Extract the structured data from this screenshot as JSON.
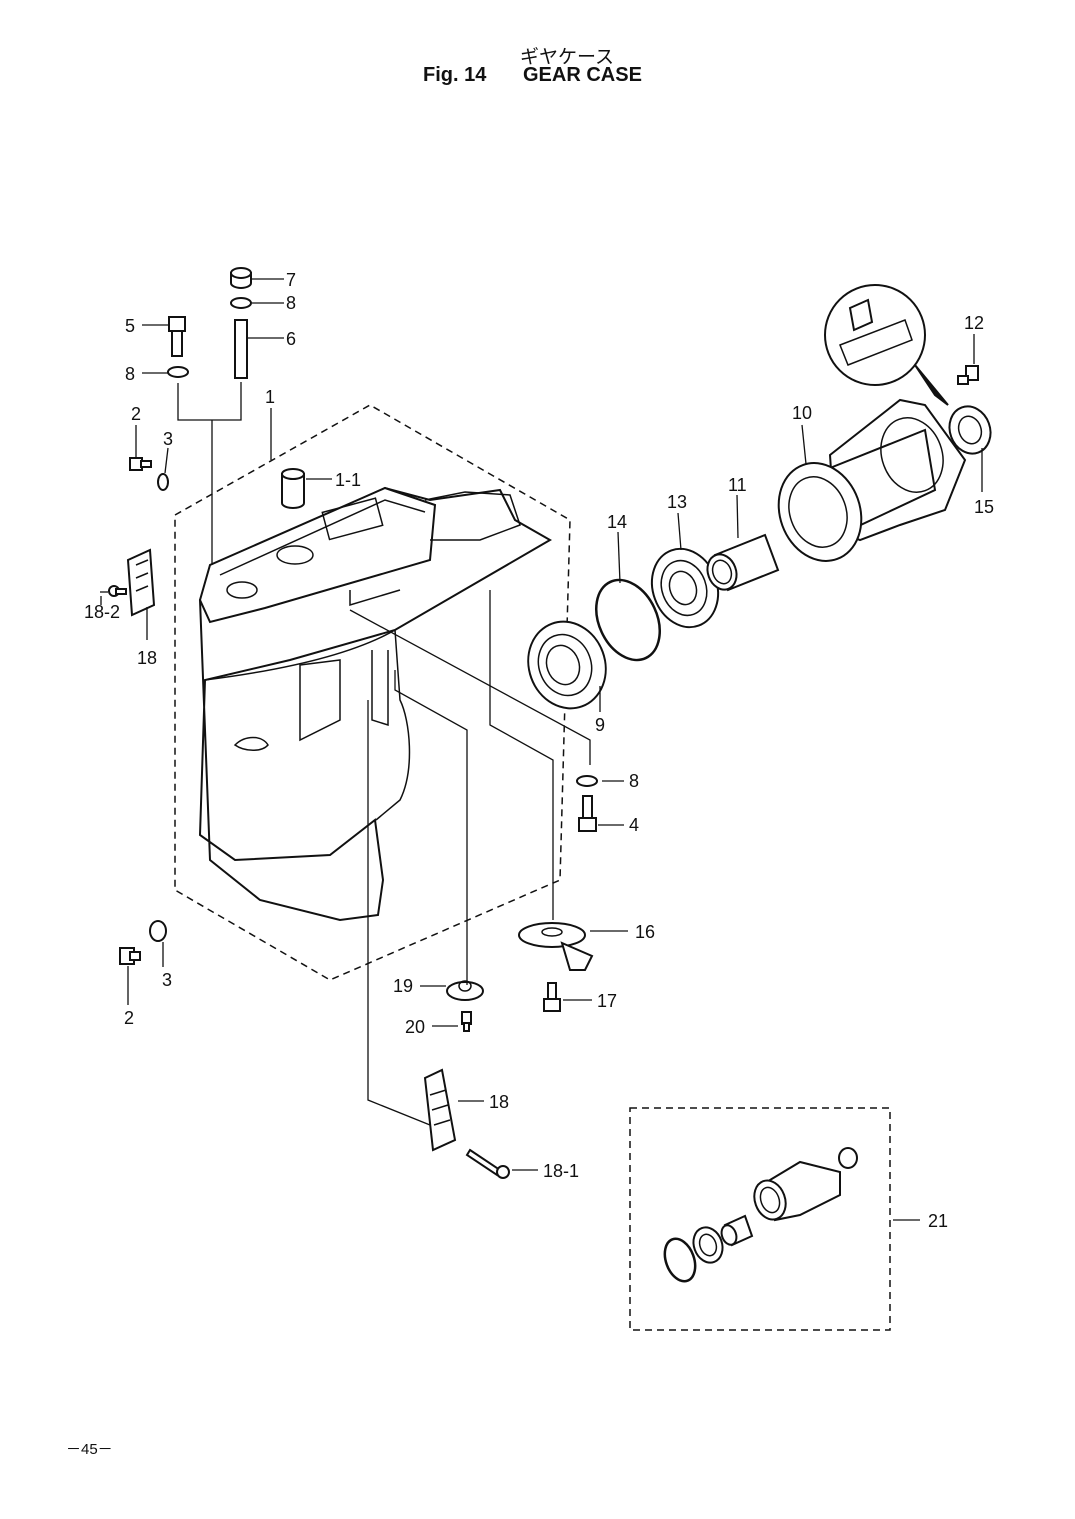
{
  "header": {
    "title_jp": "ギヤケース",
    "fig_number": "Fig. 14",
    "title": "GEAR CASE"
  },
  "callouts": {
    "c1": "1",
    "c1_1": "1-1",
    "c2a": "2",
    "c2b": "2",
    "c3a": "3",
    "c3b": "3",
    "c4": "4",
    "c5": "5",
    "c6": "6",
    "c7": "7",
    "c8a": "8",
    "c8b": "8",
    "c8c": "8",
    "c9": "9",
    "c10": "10",
    "c11": "11",
    "c12": "12",
    "c13": "13",
    "c14": "14",
    "c15": "15",
    "c16": "16",
    "c17": "17",
    "c18a": "18",
    "c18b": "18",
    "c18_1": "18-1",
    "c18_2": "18-2",
    "c19": "19",
    "c20": "20",
    "c21": "21"
  },
  "footer": {
    "page_number": "－45－"
  }
}
